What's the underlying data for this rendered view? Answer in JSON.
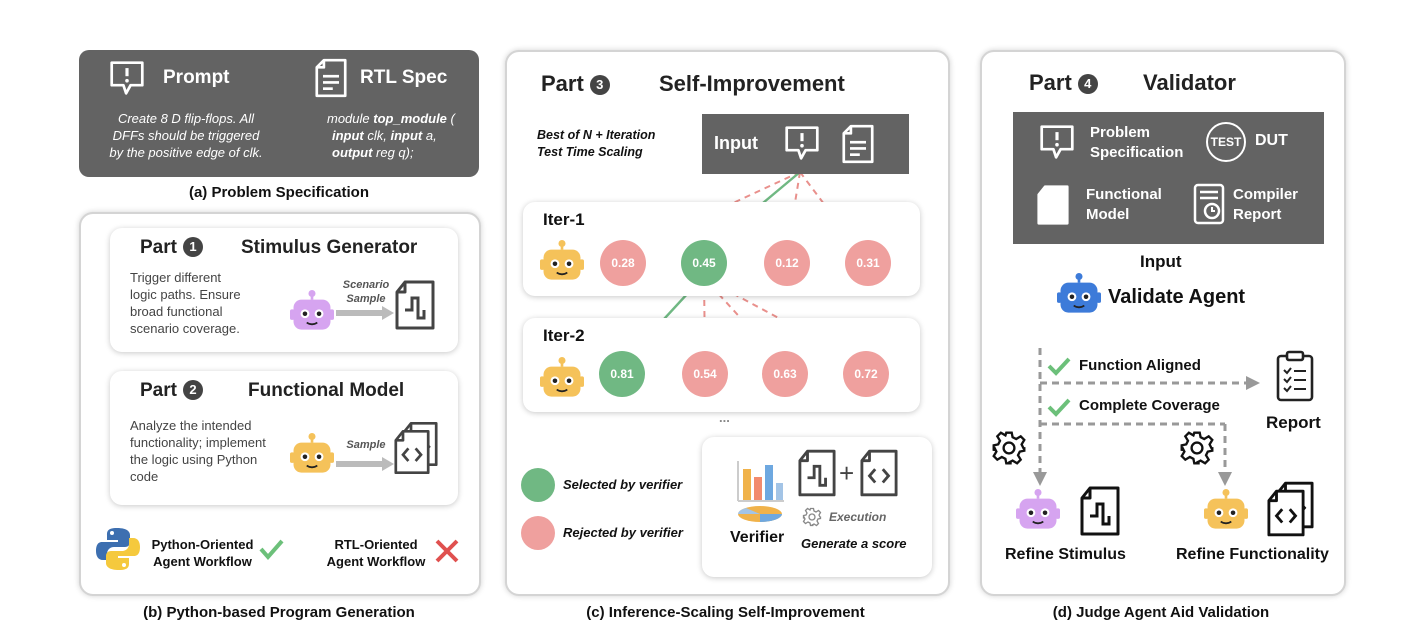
{
  "colors": {
    "dark_box": "#636363",
    "accent_green": "#70b883",
    "accent_pink": "#efa09e",
    "robot_yellow": "#f5c25a",
    "robot_purple": "#d6a4f0",
    "robot_blue": "#3d7bd9"
  },
  "problem_spec": {
    "prompt_title": "Prompt",
    "prompt_lines": [
      "Create 8 D flip-flops. All",
      "DFFs should be triggered",
      "by the positive edge of clk."
    ],
    "rtl_title": "RTL Spec",
    "rtl_line1_a": "module ",
    "rtl_line1_b": "top_module",
    "rtl_line1_c": " (",
    "rtl_line2_a": "input",
    "rtl_line2_b": " clk, ",
    "rtl_line2_c": "input",
    "rtl_line2_d": " a,",
    "rtl_line3_a": "output",
    "rtl_line3_b": " reg q);",
    "caption": "(a) Problem  Specification"
  },
  "python_gen": {
    "part1_word": "Part",
    "part1_num": "1",
    "part1_title": "Stimulus Generator",
    "part1_text": [
      "Trigger different",
      "logic paths. Ensure",
      "broad functional",
      "scenario coverage."
    ],
    "part1_arrow_label_1": "Scenario",
    "part1_arrow_label_2": "Sample",
    "part2_word": "Part",
    "part2_num": "2",
    "part2_title": "Functional Model",
    "part2_text": [
      "Analyze the intended",
      "functionality; implement",
      "the logic using Python",
      "code"
    ],
    "part2_arrow_label": "Sample",
    "python_workflow_1": "Python-Oriented",
    "python_workflow_2": "Agent Workflow",
    "rtl_workflow_1": "RTL-Oriented",
    "rtl_workflow_2": "Agent Workflow",
    "caption": "(b) Python-based Program Generation"
  },
  "self_improve": {
    "part_word": "Part",
    "part_num": "3",
    "title": "Self-Improvement",
    "subtitle_1": "Best of N + Iteration",
    "subtitle_2": "Test Time Scaling",
    "input_label": "Input",
    "iter1_label": "Iter-1",
    "iter1_scores": [
      "0.28",
      "0.45",
      "0.12",
      "0.31"
    ],
    "iter2_label": "Iter-2",
    "iter2_scores": [
      "0.81",
      "0.54",
      "0.63",
      "0.72"
    ],
    "ellipsis": "...",
    "legend_selected": "Selected by verifier",
    "legend_rejected": "Rejected by verifier",
    "verifier_label": "Verifier",
    "execution_label": "Execution",
    "generate_label": "Generate a score",
    "plus": "+",
    "caption": "(c) Inference-Scaling Self-Improvement"
  },
  "validator": {
    "part_word": "Part",
    "part_num": "4",
    "title": "Validator",
    "problem_spec_1": "Problem",
    "problem_spec_2": "Specification",
    "test_badge": "TEST",
    "dut": "DUT",
    "functional_1": "Functional",
    "functional_2": "Model",
    "compiler_1": "Compiler",
    "compiler_2": "Report",
    "input_label": "Input",
    "agent_label": "Validate Agent",
    "check1": "Function Aligned",
    "check2": "Complete Coverage",
    "report_label": "Report",
    "refine_stimulus": "Refine Stimulus",
    "refine_functionality": "Refine Functionality",
    "caption": "(d) Judge Agent Aid Validation"
  }
}
